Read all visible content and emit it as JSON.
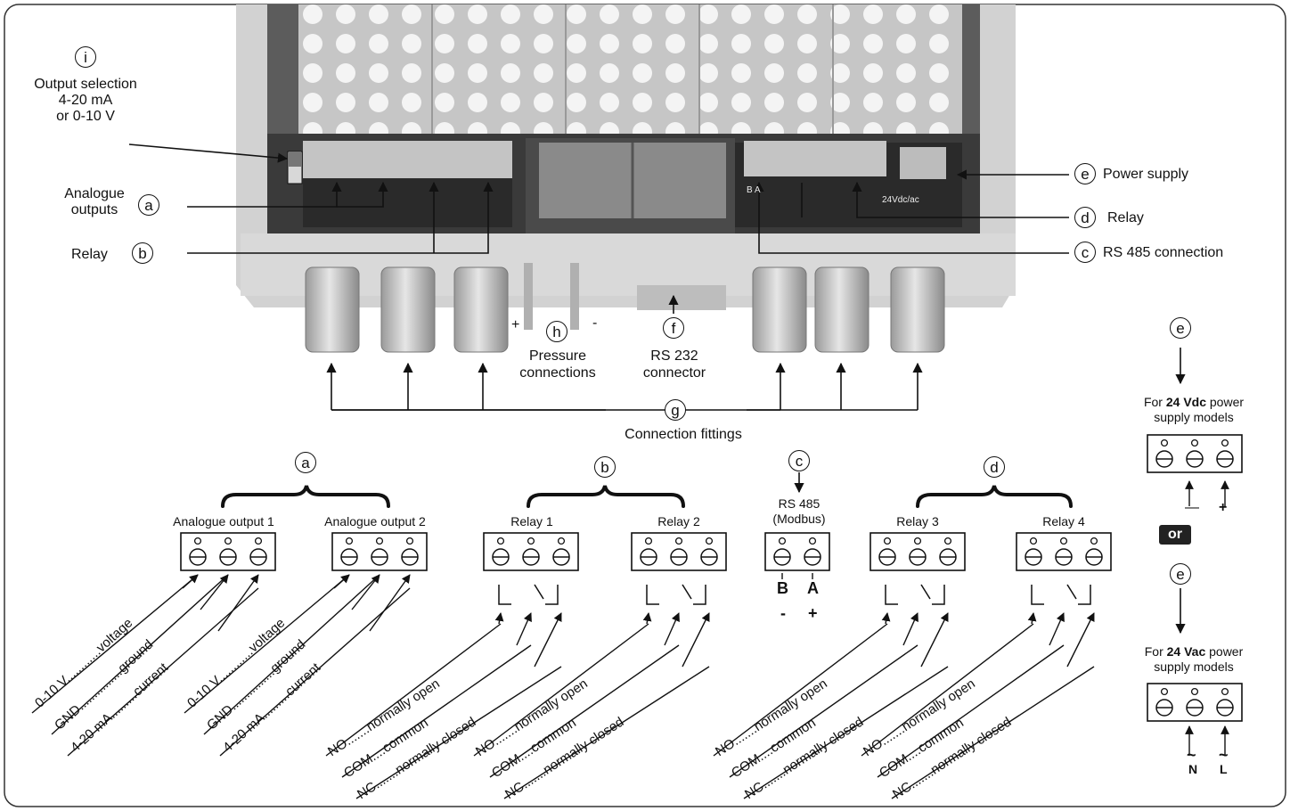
{
  "callouts": {
    "i": "i",
    "a": "a",
    "b": "b",
    "c": "c",
    "d": "d",
    "e": "e",
    "f": "f",
    "g": "g",
    "h": "h"
  },
  "photo_labels": {
    "output_selection": [
      "Output selection",
      "4-20 mA",
      "or 0-10 V"
    ],
    "analogue_outputs": [
      "Analogue",
      "outputs"
    ],
    "relay_left": "Relay",
    "power_supply": "Power supply",
    "relay_right": "Relay",
    "rs485_connection": "RS 485 connection",
    "pressure_connections": [
      "Pressure",
      "connections"
    ],
    "pressure_plus": "+",
    "pressure_minus": "-",
    "rs232_connector": [
      "RS 232",
      "connector"
    ],
    "connection_fittings": "Connection fittings",
    "pcb_power_marking": "24Vdc/ac",
    "pcb_ba_marking": "B A"
  },
  "terminal_blocks": {
    "analogue_output_1": "Analogue output 1",
    "analogue_output_2": "Analogue output 2",
    "relay_1": "Relay 1",
    "relay_2": "Relay 2",
    "rs485": [
      "RS 485",
      "(Modbus)"
    ],
    "rs485_pins": [
      "B",
      "A"
    ],
    "rs485_polarity": [
      "-",
      "+"
    ],
    "relay_3": "Relay 3",
    "relay_4": "Relay 4"
  },
  "wiring": {
    "analogue": [
      "0-10 V............voltage",
      "GND...............ground",
      "4-20 mA.........current"
    ],
    "relay": [
      "NO.......normally open",
      "COM....common",
      "NC.......normally closed"
    ]
  },
  "power": {
    "dc_title_pre": "For ",
    "dc_title_bold": "24 Vdc",
    "dc_title_post": " power",
    "dc_title_line2": "supply models",
    "dc_signs": [
      "—",
      "+"
    ],
    "or": "or",
    "ac_title_pre": "For ",
    "ac_title_bold": "24 Vac",
    "ac_title_post": " power",
    "ac_title_line2": "supply models",
    "ac_tilde": "~",
    "ac_pins": [
      "N",
      "L"
    ]
  }
}
